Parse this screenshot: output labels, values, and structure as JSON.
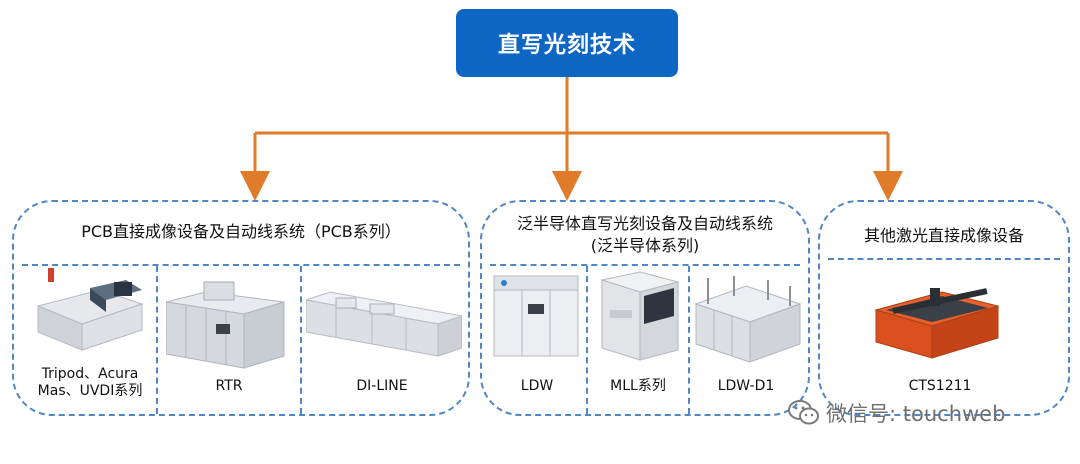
{
  "root": {
    "label": "直写光刻技术"
  },
  "colors": {
    "root_fill": "#0e66c4",
    "connector": "#e07b2a",
    "dash_border": "#4f86c6"
  },
  "groups": [
    {
      "title": "PCB直接成像设备及自动线系统（PCB系列）",
      "products": [
        {
          "line1": "Tripod、Acura",
          "line2": "Mas、UVDI系列"
        },
        {
          "line1": "RTR"
        },
        {
          "line1": "DI-LINE"
        }
      ]
    },
    {
      "title_line1": "泛半导体直写光刻设备及自动线系统",
      "title_line2": "(泛半导体系列)",
      "products": [
        {
          "line1": "LDW"
        },
        {
          "line1": "MLL系列"
        },
        {
          "line1": "LDW-D1"
        }
      ]
    },
    {
      "title": "其他激光直接成像设备",
      "products": [
        {
          "line1": "CTS1211"
        }
      ]
    }
  ],
  "watermark": {
    "text": "微信号: touchweb",
    "icon": "wechat-icon"
  }
}
